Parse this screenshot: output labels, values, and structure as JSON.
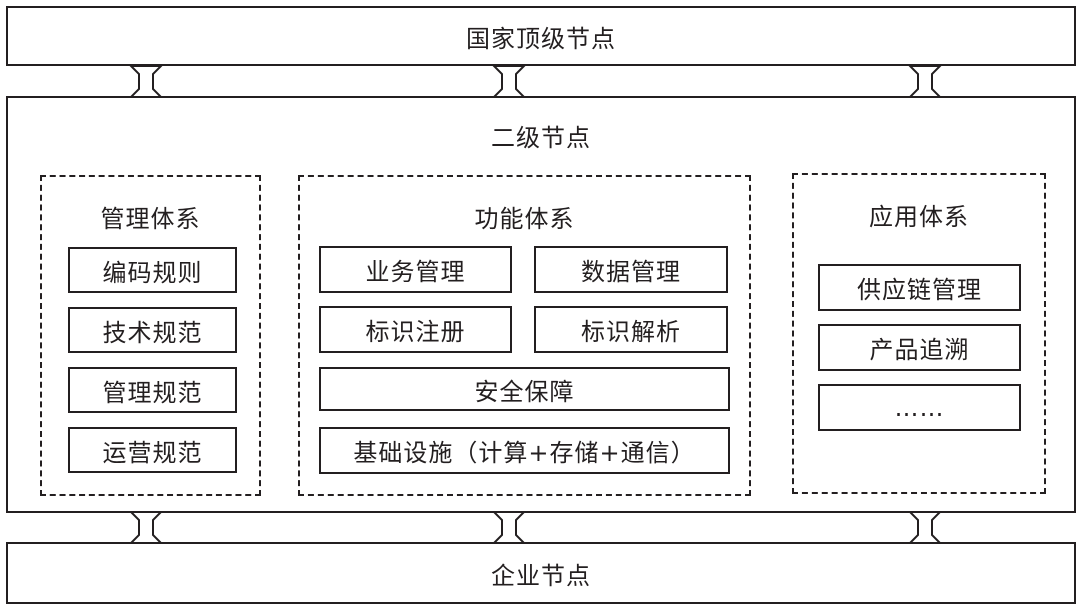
{
  "top_node": {
    "label": "国家顶级节点"
  },
  "secondary_node": {
    "title": "二级节点",
    "management": {
      "title": "管理体系",
      "items": [
        "编码规则",
        "技术规范",
        "管理规范",
        "运营规范"
      ]
    },
    "function": {
      "title": "功能体系",
      "items": [
        "业务管理",
        "数据管理",
        "标识注册",
        "标识解析",
        "安全保障",
        "基础设施（计算+存储+通信）"
      ]
    },
    "application": {
      "title": "应用体系",
      "items": [
        "供应链管理",
        "产品追溯",
        "……"
      ]
    }
  },
  "bottom_node": {
    "label": "企业节点"
  }
}
